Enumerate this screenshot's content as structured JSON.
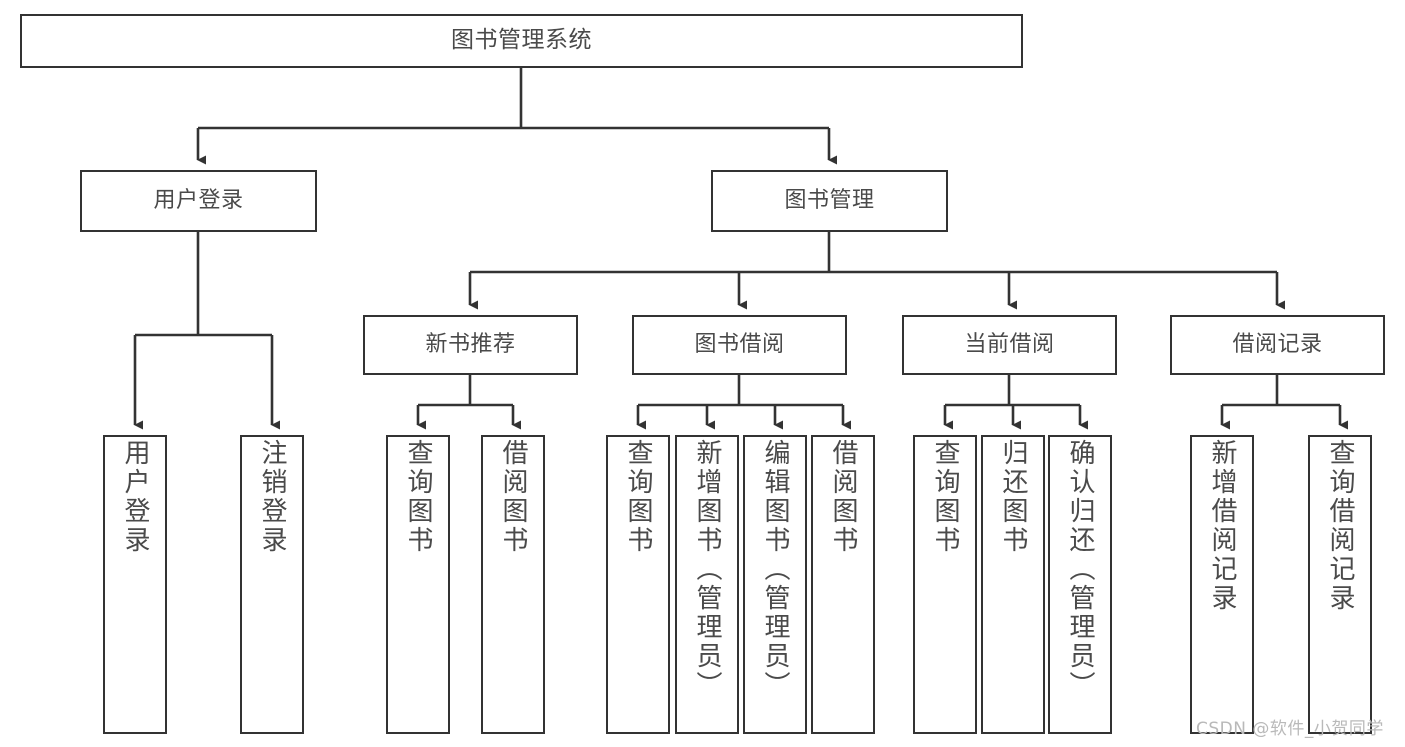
{
  "diagram": {
    "title": "图书管理系统",
    "type": "tree",
    "root": {
      "label": "图书管理系统"
    },
    "level2": [
      {
        "label": "用户登录"
      },
      {
        "label": "图书管理"
      }
    ],
    "level3": [
      {
        "label": "新书推荐"
      },
      {
        "label": "图书借阅"
      },
      {
        "label": "当前借阅"
      },
      {
        "label": "借阅记录"
      }
    ],
    "leaves": {
      "user_login": [
        {
          "label": "用户登录"
        },
        {
          "label": "注销登录"
        }
      ],
      "new_book_recommend": [
        {
          "label": "查询图书"
        },
        {
          "label": "借阅图书"
        }
      ],
      "book_borrow": [
        {
          "label": "查询图书"
        },
        {
          "label": "新增图书（管理员）"
        },
        {
          "label": "编辑图书（管理员）"
        },
        {
          "label": "借阅图书"
        }
      ],
      "current_borrow": [
        {
          "label": "查询图书"
        },
        {
          "label": "归还图书"
        },
        {
          "label": "确认归还（管理员）"
        }
      ],
      "borrow_record": [
        {
          "label": "新增借阅记录"
        },
        {
          "label": "查询借阅记录"
        }
      ]
    }
  },
  "watermark": {
    "text": "CSDN @软件_小贺同学"
  },
  "colors": {
    "box_border": "#333333",
    "box_fill": "#ffffff",
    "text": "#4a4a4a",
    "connector": "#333333",
    "watermark": "#b9b9b9"
  }
}
